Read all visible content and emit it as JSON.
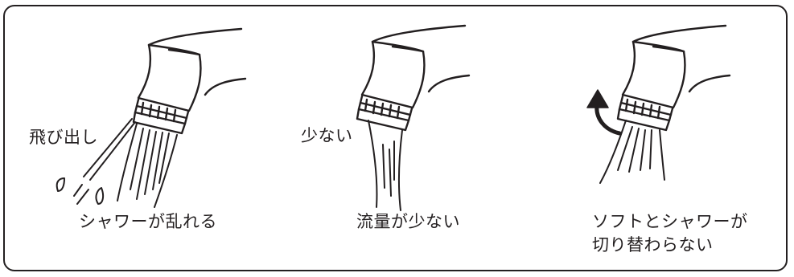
{
  "colors": {
    "line": "#231f20",
    "background": "#ffffff"
  },
  "panels": [
    {
      "callout": "飛び出し",
      "caption_lines": [
        "シャワーが乱れる"
      ]
    },
    {
      "callout": "少ない",
      "caption_lines": [
        "流量が少ない"
      ]
    },
    {
      "callout": "",
      "caption_lines": [
        "ソフトとシャワーが",
        "切り替わらない"
      ]
    }
  ]
}
